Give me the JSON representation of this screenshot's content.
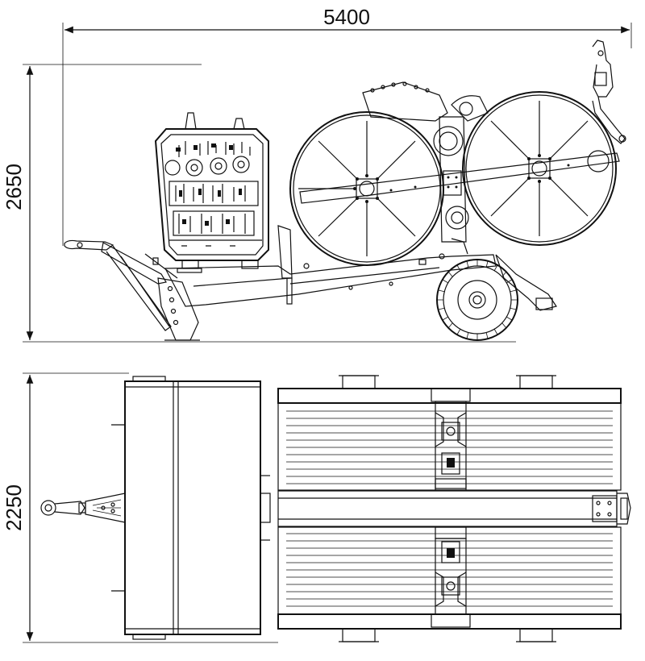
{
  "dimensions": {
    "length": "5400",
    "height": "2650",
    "width": "2250"
  },
  "views": {
    "side": "side-elevation",
    "top": "plan-view"
  }
}
